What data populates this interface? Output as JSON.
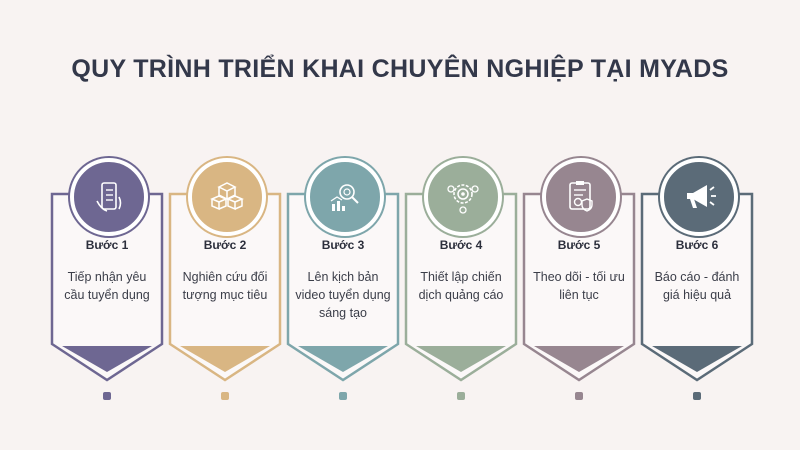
{
  "title": "QUY TRÌNH TRIỂN KHAI CHUYÊN NGHIỆP TẠI MYADS",
  "steps": [
    {
      "label": "Bước 1",
      "desc": "Tiếp nhận yêu cầu tuyển dụng",
      "color": "#6e6792",
      "icon": "phone-checklist-icon"
    },
    {
      "label": "Bước 2",
      "desc": "Nghiên cứu đối tượng mục tiêu",
      "color": "#d9b683",
      "icon": "boxes-icon"
    },
    {
      "label": "Bước 3",
      "desc": "Lên kịch bản video tuyển dụng sáng tạo",
      "color": "#7ea6ab",
      "icon": "analytics-search-icon"
    },
    {
      "label": "Bước 4",
      "desc": "Thiết lập chiến dịch quảng cáo",
      "color": "#9bae9a",
      "icon": "settings-target-icon"
    },
    {
      "label": "Bước 5",
      "desc": "Theo dõi - tối ưu liên tục",
      "color": "#978690",
      "icon": "checklist-gear-icon"
    },
    {
      "label": "Bước 6",
      "desc": "Báo cáo - đánh giá hiệu quả",
      "color": "#5b6b78",
      "icon": "megaphone-icon"
    }
  ]
}
